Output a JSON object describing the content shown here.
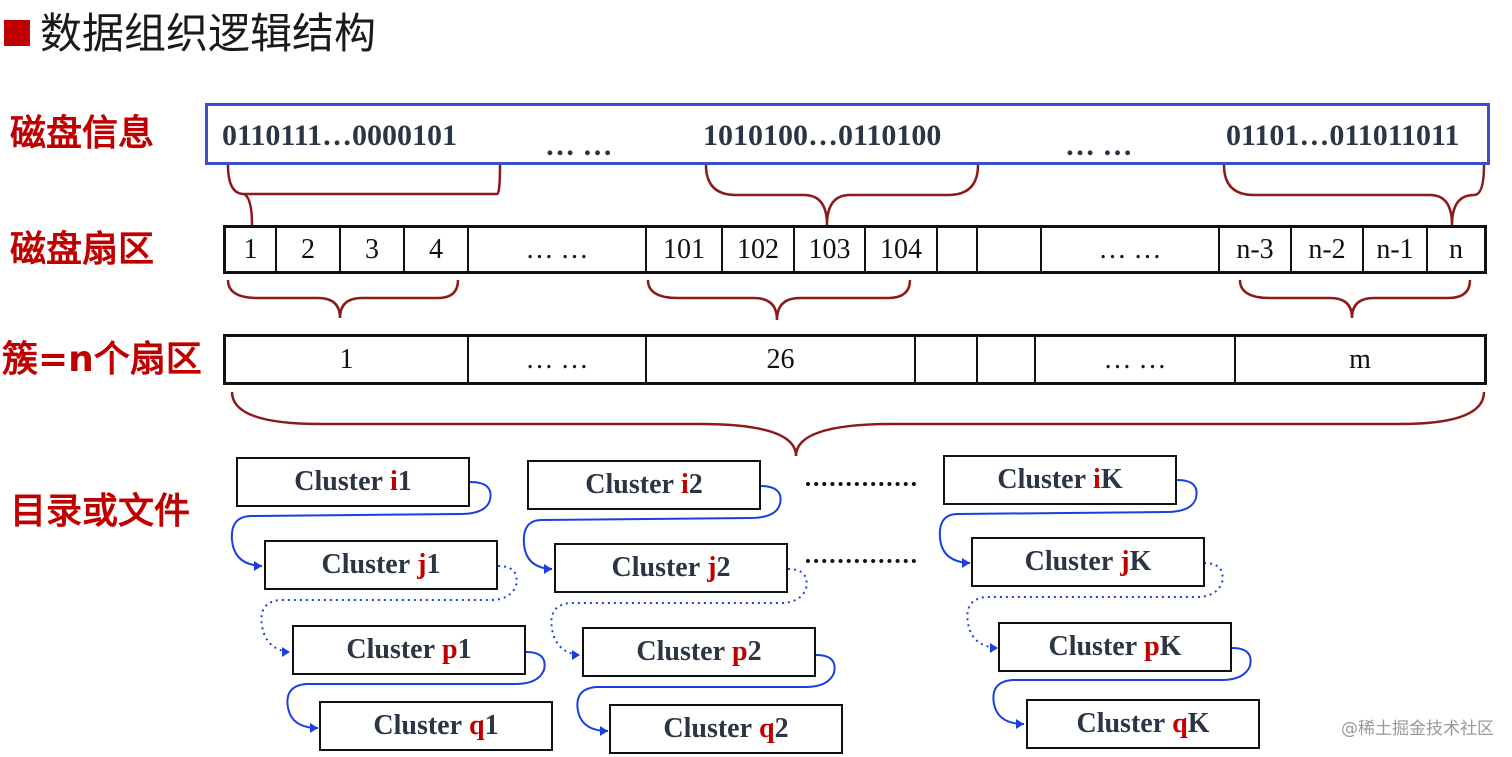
{
  "title": "数据组织逻辑结构",
  "labels": {
    "disk_info": "磁盘信息",
    "disk_sector": "磁盘扇区",
    "cluster_eq": "簇=n个扇区",
    "dir_or_file": "目录或文件"
  },
  "disk_info": {
    "segment_1": "0110111…0000101",
    "ellipsis_1": "… …",
    "segment_2": "1010100…0110100",
    "ellipsis_2": "… …",
    "segment_3": "01101…011011011"
  },
  "sectors": [
    "1",
    "2",
    "3",
    "4",
    "… …",
    "101",
    "102",
    "103",
    "104",
    "",
    "",
    "… …",
    "n-3",
    "n-2",
    "n-1",
    "n"
  ],
  "clusters": [
    "1",
    "… …",
    "26",
    "",
    "",
    "… …",
    "m"
  ],
  "files": [
    {
      "prefix": "Cluster",
      "items": [
        {
          "letter": "i",
          "num": "1"
        },
        {
          "letter": "j",
          "num": "1"
        },
        {
          "letter": "p",
          "num": "1"
        },
        {
          "letter": "q",
          "num": "1"
        }
      ]
    },
    {
      "prefix": "Cluster",
      "items": [
        {
          "letter": "i",
          "num": "2"
        },
        {
          "letter": "j",
          "num": "2"
        },
        {
          "letter": "p",
          "num": "2"
        },
        {
          "letter": "q",
          "num": "2"
        }
      ]
    },
    {
      "prefix": "Cluster",
      "items": [
        {
          "letter": "i",
          "num": "K"
        },
        {
          "letter": "j",
          "num": "K"
        },
        {
          "letter": "p",
          "num": "K"
        },
        {
          "letter": "q",
          "num": "K"
        }
      ]
    }
  ],
  "colors": {
    "accent": "#c00000",
    "link": "#1a3fe0",
    "box_border": "#3a4fc8"
  },
  "watermark": "@稀土掘金技术社区"
}
